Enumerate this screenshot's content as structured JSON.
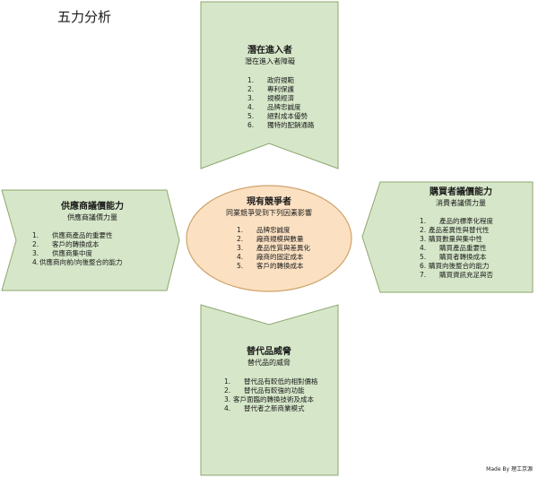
{
  "page": {
    "title": "五力分析",
    "credit": "Made By 理工京源"
  },
  "colors": {
    "shape_fill": "#d6e7c9",
    "shape_stroke": "#8ea66f",
    "center_fill": "#fbe0c2",
    "center_stroke": "#cfa36a"
  },
  "top": {
    "title": "潛在進入者",
    "subtitle": "潛在進入者障礙",
    "items": [
      {
        "num": "1.",
        "text": "政府規範"
      },
      {
        "num": "2.",
        "text": "專利保護"
      },
      {
        "num": "3.",
        "text": "規模經濟"
      },
      {
        "num": "4.",
        "text": "品牌忠誠度"
      },
      {
        "num": "5.",
        "text": "絕對成本優勢"
      },
      {
        "num": "6.",
        "text": "獨特的配銷通路"
      }
    ]
  },
  "left": {
    "title": "供應商議價能力",
    "subtitle": "供應商議價力量",
    "items": [
      {
        "num": "1.",
        "text": "供應商產品的重要性"
      },
      {
        "num": "2.",
        "text": "客戶的轉換成本"
      },
      {
        "num": "3.",
        "text": "供應商集中度"
      },
      {
        "num": "4.",
        "text": "供應商向前/向後整合的能力"
      }
    ]
  },
  "center": {
    "title": "現有競爭者",
    "subtitle": "同業競爭受到下列因素影響",
    "items": [
      {
        "num": "1.",
        "text": "品牌忠誠度"
      },
      {
        "num": "2.",
        "text": "廠商規模與數量"
      },
      {
        "num": "3.",
        "text": "產品性質與差異化"
      },
      {
        "num": "4.",
        "text": "廠商的固定成本"
      },
      {
        "num": "5.",
        "text": "客戶的轉換成本"
      }
    ]
  },
  "right": {
    "title": "購買者議價能力",
    "subtitle": "消費者議價力量",
    "items": [
      {
        "num": "1.",
        "text": "產品的標準化程度"
      },
      {
        "num": "2.",
        "text": "產品差異性與替代性"
      },
      {
        "num": "3.",
        "text": "購買數量與集中性"
      },
      {
        "num": "4.",
        "text": "購買產品重要性"
      },
      {
        "num": "5.",
        "text": "購買者轉換成本"
      },
      {
        "num": "6.",
        "text": "購買向後整合的能力"
      },
      {
        "num": "7.",
        "text": "購買資訊充足與否"
      }
    ]
  },
  "bottom": {
    "title": "替代品威脅",
    "subtitle": "替代品的威脅",
    "items": [
      {
        "num": "1.",
        "text": "替代品有較低的相對價格"
      },
      {
        "num": "2.",
        "text": "替代品有較強的功能"
      },
      {
        "num": "3.",
        "text": "客戶面臨的轉換技術及成本"
      },
      {
        "num": "4.",
        "text": "替代者之新商業模式"
      }
    ]
  }
}
